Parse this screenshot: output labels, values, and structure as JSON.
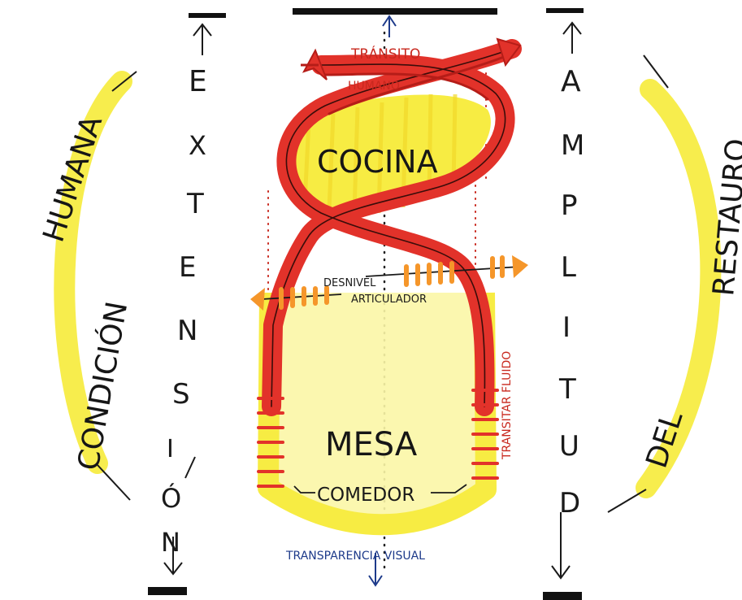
{
  "left_arc": {
    "words": [
      "CONDICIÓN",
      "HUMANA"
    ]
  },
  "right_arc": {
    "words": [
      "DEL",
      "RESTAURO"
    ]
  },
  "left_column": {
    "letters": [
      "E",
      "X",
      "T",
      "E",
      "N",
      "S",
      "I",
      "Ó",
      "N"
    ]
  },
  "right_column": {
    "letters": [
      "A",
      "M",
      "P",
      "L",
      "I",
      "T",
      "U",
      "D"
    ]
  },
  "top_loop": {
    "label": "COCINA",
    "arrow_label_1": "TRÁNSITO",
    "arrow_label_2": "HUMANO"
  },
  "middle": {
    "label_1": "DESNIVEL",
    "label_2": "ARTICULADOR"
  },
  "bottom_loop": {
    "label": "MESA",
    "sub_label": "COMEDOR"
  },
  "side_note": {
    "text": "TRANSITAR FLUIDO"
  },
  "bottom_note": {
    "text": "TRANSPARENCIA VISUAL"
  },
  "colors": {
    "yellow": "#f7ec43",
    "pale_yellow": "#fbf6a6",
    "red": "#e2322a",
    "dark_red": "#b51d18",
    "orange": "#f5962a",
    "ink": "#1a1a1a",
    "blue_ink": "#1d3a8a"
  }
}
